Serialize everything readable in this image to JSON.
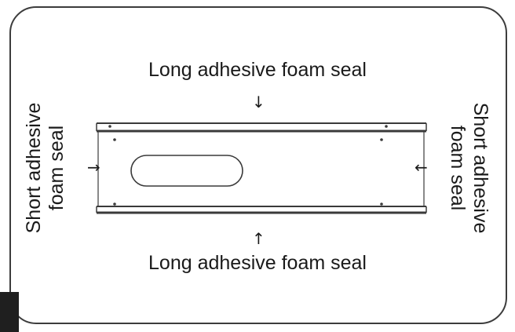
{
  "labels": {
    "top": "Long adhesive foam seal",
    "bottom": "Long adhesive foam seal",
    "left_line1": "Short adhesive",
    "left_line2": "foam seal",
    "right_line1": "Short adhesive",
    "right_line2": "foam seal"
  },
  "arrows": {
    "down": "↓",
    "up": "↑",
    "right": "→",
    "left": "←"
  },
  "colors": {
    "line": "#3a3a3a",
    "text": "#1a1a1a",
    "background": "#ffffff"
  }
}
